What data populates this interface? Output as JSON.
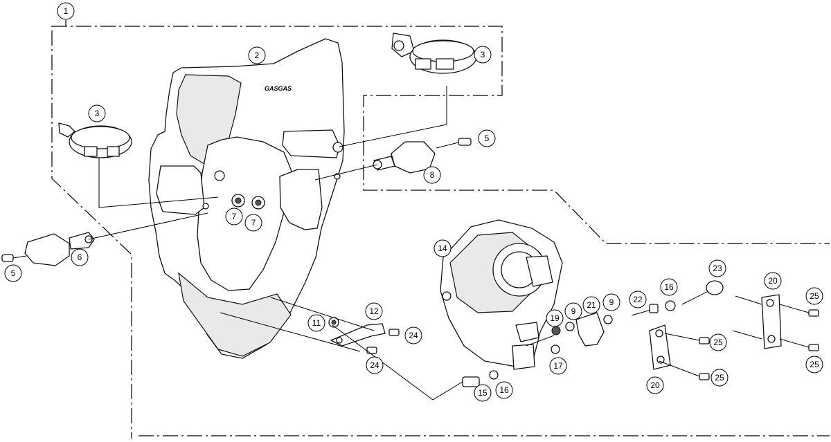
{
  "brand_text": "GASGAS",
  "callouts": [
    {
      "id": "c1",
      "label": "1"
    },
    {
      "id": "c2",
      "label": "2"
    },
    {
      "id": "c3a",
      "label": "3"
    },
    {
      "id": "c3b",
      "label": "3"
    },
    {
      "id": "c5a",
      "label": "5"
    },
    {
      "id": "c5b",
      "label": "5"
    },
    {
      "id": "c6",
      "label": "6"
    },
    {
      "id": "c7a",
      "label": "7"
    },
    {
      "id": "c7b",
      "label": "7"
    },
    {
      "id": "c8",
      "label": "8"
    },
    {
      "id": "c9a",
      "label": "9"
    },
    {
      "id": "c9b",
      "label": "9"
    },
    {
      "id": "c11",
      "label": "11"
    },
    {
      "id": "c12",
      "label": "12"
    },
    {
      "id": "c14",
      "label": "14"
    },
    {
      "id": "c15",
      "label": "15"
    },
    {
      "id": "c16a",
      "label": "16"
    },
    {
      "id": "c16b",
      "label": "16"
    },
    {
      "id": "c17",
      "label": "17"
    },
    {
      "id": "c19",
      "label": "19"
    },
    {
      "id": "c20a",
      "label": "20"
    },
    {
      "id": "c20b",
      "label": "20"
    },
    {
      "id": "c21",
      "label": "21"
    },
    {
      "id": "c22",
      "label": "22"
    },
    {
      "id": "c23",
      "label": "23"
    },
    {
      "id": "c24a",
      "label": "24"
    },
    {
      "id": "c24b",
      "label": "24"
    },
    {
      "id": "c25a",
      "label": "25"
    },
    {
      "id": "c25b",
      "label": "25"
    },
    {
      "id": "c25c",
      "label": "25"
    },
    {
      "id": "c25d",
      "label": "25"
    }
  ]
}
